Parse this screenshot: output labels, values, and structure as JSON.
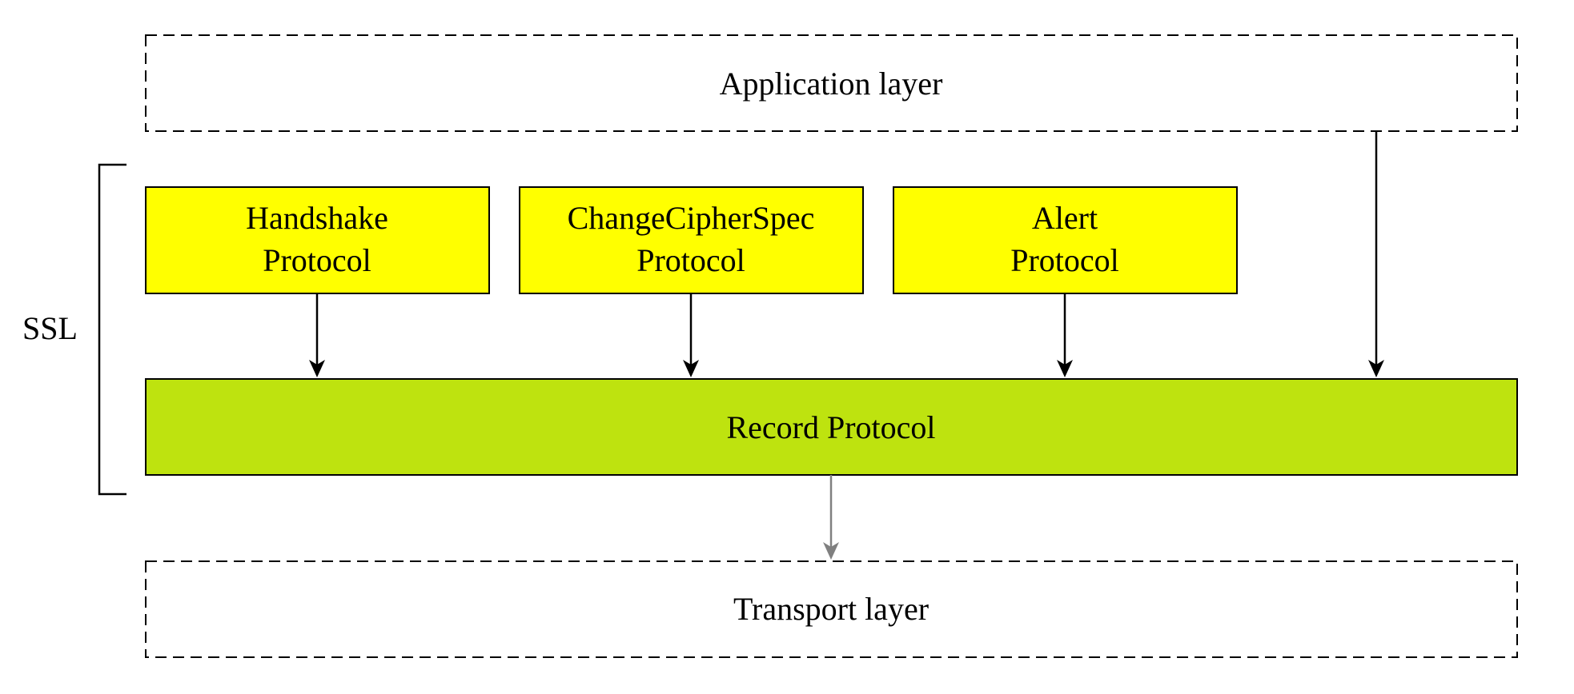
{
  "diagram": {
    "ssl_label": "SSL",
    "application_layer": {
      "label": "Application layer"
    },
    "protocols": [
      {
        "line1": "Handshake",
        "line2": "Protocol"
      },
      {
        "line1": "ChangeCipherSpec",
        "line2": "Protocol"
      },
      {
        "line1": "Alert",
        "line2": "Protocol"
      }
    ],
    "record_protocol": {
      "label": "Record Protocol"
    },
    "transport_layer": {
      "label": "Transport layer"
    },
    "colors": {
      "protocol_fill": "#ffff00",
      "record_fill": "#bee30f",
      "edge": "#000000",
      "transport_arrow": "#808080"
    }
  }
}
